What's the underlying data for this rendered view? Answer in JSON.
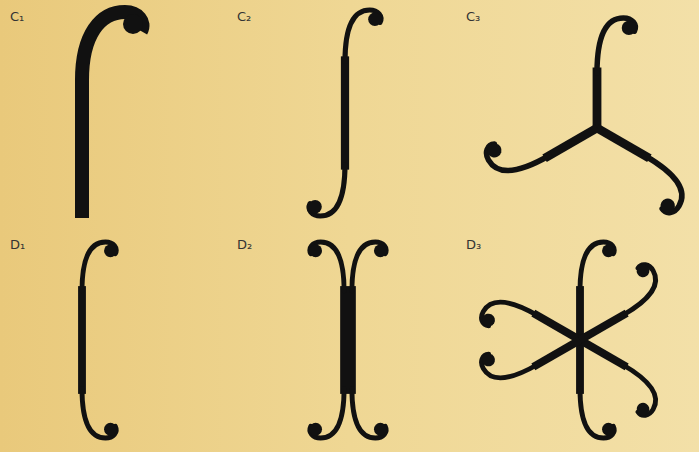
{
  "diagram": {
    "labels": [
      "C₁",
      "C₂",
      "C₃",
      "D₁",
      "D₂",
      "D₃"
    ]
  }
}
